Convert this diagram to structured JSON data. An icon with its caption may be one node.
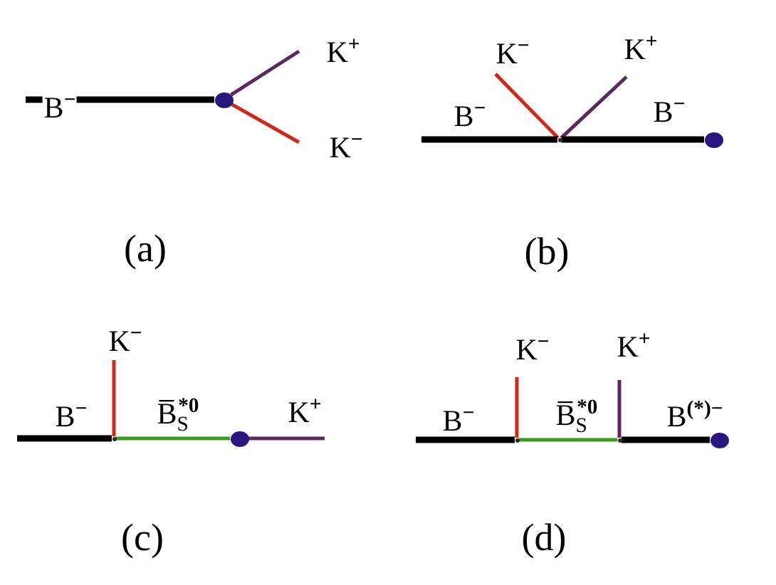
{
  "diagram": {
    "nodes": [
      {
        "text": [],
        "shape": "circle"
      },
      {
        "text": [],
        "shape": "point"
      },
      {
        "text": [],
        "shape": "circle"
      },
      {
        "text": [],
        "shape": "point"
      },
      {
        "text": [],
        "shape": "circle"
      },
      {
        "text": [],
        "shape": "point"
      },
      {
        "text": [],
        "shape": "point"
      },
      {
        "text": [],
        "shape": "circle"
      }
    ],
    "edges": [
      {
        "from": null,
        "to": 0,
        "arrow": "none",
        "label": "B$^{−}$",
        "style": "thick",
        "color": "#000000"
      },
      {
        "from": 0,
        "to": null,
        "arrow": "none",
        "label": "K$^{+}$",
        "color": "#5a2a5e"
      },
      {
        "from": 0,
        "to": null,
        "arrow": "none",
        "label": "K$^{−}$",
        "color": "#d0281a"
      },
      {
        "from": null,
        "to": 1,
        "arrow": "none",
        "label": "K$^{−}$",
        "color": "#d0281a"
      },
      {
        "from": null,
        "to": 1,
        "arrow": "none",
        "label": "K$^{+}$",
        "color": "#5a2a5e"
      },
      {
        "from": null,
        "to": 1,
        "arrow": "none",
        "label": "B$^{−}$",
        "style": "thick",
        "color": "#000000"
      },
      {
        "from": 1,
        "to": 2,
        "arrow": "none",
        "label": "B$^{−}$",
        "style": "thick",
        "color": "#000000"
      },
      {
        "from": null,
        "to": 3,
        "arrow": "none",
        "label": "B$^{−}$",
        "style": "thick",
        "color": "#000000"
      },
      {
        "from": 3,
        "to": null,
        "arrow": "none",
        "label": "K$^{−}$",
        "color": "#d0281a"
      },
      {
        "from": 3,
        "to": 4,
        "arrow": "none",
        "label": "B̅$_{S}$$^{*0}$",
        "color": "#3a9a1e"
      },
      {
        "from": 4,
        "to": null,
        "arrow": "none",
        "label": "K$^{+}$",
        "color": "#5a2a5e"
      },
      {
        "from": null,
        "to": 5,
        "arrow": "none",
        "label": "B$^{−}$",
        "style": "thick",
        "color": "#000000"
      },
      {
        "from": 5,
        "to": null,
        "arrow": "none",
        "label": "K$^{−}$",
        "color": "#d0281a"
      },
      {
        "from": 5,
        "to": 6,
        "arrow": "none",
        "label": "B̅$_{S}$$^{*0}$",
        "color": "#3a9a1e"
      },
      {
        "from": 6,
        "to": null,
        "arrow": "none",
        "label": "K$^{+}$",
        "color": "#5a2a5e"
      },
      {
        "from": 6,
        "to": 7,
        "arrow": "none",
        "label": "B$^{(*)−}$",
        "style": "thick",
        "color": "#000000"
      }
    ],
    "labels": [
      "(a)",
      "(b)",
      "(c)",
      "(d)"
    ]
  }
}
